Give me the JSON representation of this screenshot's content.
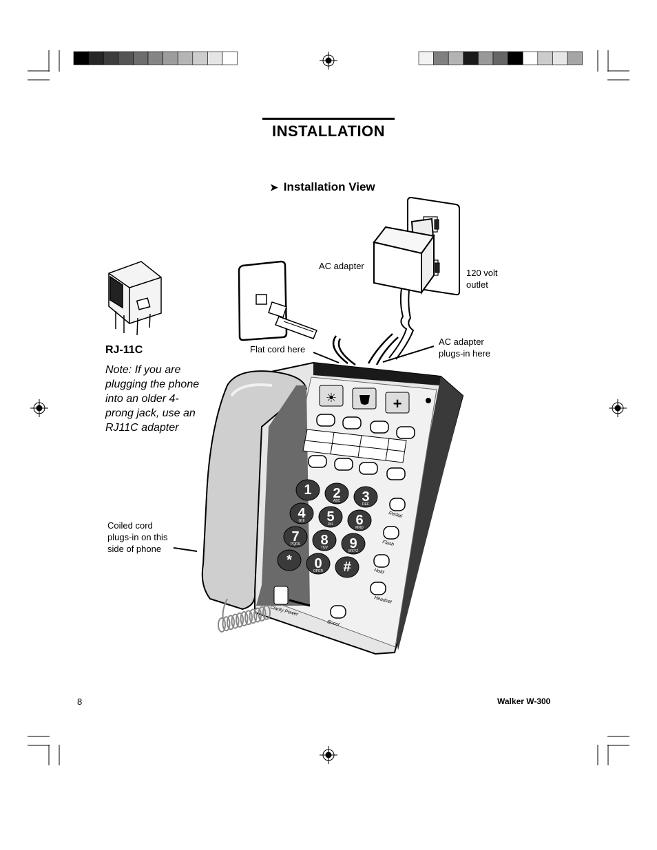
{
  "header": {
    "title": "INSTALLATION"
  },
  "section": {
    "heading": "Installation View",
    "arrow_icon": "triangle-right-icon"
  },
  "labels": {
    "ac_adapter": "AC adapter",
    "outlet": [
      "120 volt",
      "outlet"
    ],
    "flat_cord": "Flat cord here",
    "ac_plug": [
      "AC adapter",
      "plugs-in here"
    ],
    "coiled_cord": [
      "Coiled cord",
      "plugs-in on this",
      "side of phone"
    ]
  },
  "rj11c": {
    "title": "RJ-11C",
    "note": "Note: If you are plugging the phone into an older 4-prong jack, use an RJ11C adapter"
  },
  "phone": {
    "keys": [
      {
        "digit": "1",
        "letters": ""
      },
      {
        "digit": "2",
        "letters": "ABC"
      },
      {
        "digit": "3",
        "letters": "DEF"
      },
      {
        "digit": "4",
        "letters": "GHI"
      },
      {
        "digit": "5",
        "letters": "JKL"
      },
      {
        "digit": "6",
        "letters": "MNO"
      },
      {
        "digit": "7",
        "letters": "PQRS"
      },
      {
        "digit": "8",
        "letters": "TUV"
      },
      {
        "digit": "9",
        "letters": "WXYZ"
      },
      {
        "digit": "*",
        "letters": ""
      },
      {
        "digit": "0",
        "letters": "OPER"
      },
      {
        "digit": "#",
        "letters": ""
      }
    ],
    "side_buttons": [
      "Redial",
      "Flash",
      "Hold",
      "Headset"
    ],
    "bottom_labels": [
      "Clarity Power",
      "Boost"
    ]
  },
  "footer": {
    "page_number": "8",
    "product": "Walker W-300"
  },
  "calibration_colors": {
    "left": [
      "#000000",
      "#262626",
      "#3d3d3d",
      "#555555",
      "#6d6d6d",
      "#858585",
      "#9d9d9d",
      "#b5b5b5",
      "#cdcdcd",
      "#e5e5e5",
      "#ffffff"
    ],
    "right": [
      "#f2f2f2",
      "#808080",
      "#b3b3b3",
      "#1a1a1a",
      "#999999",
      "#666666",
      "#000000",
      "#ffffff",
      "#cccccc",
      "#e6e6e6",
      "#a6a6a6"
    ]
  }
}
